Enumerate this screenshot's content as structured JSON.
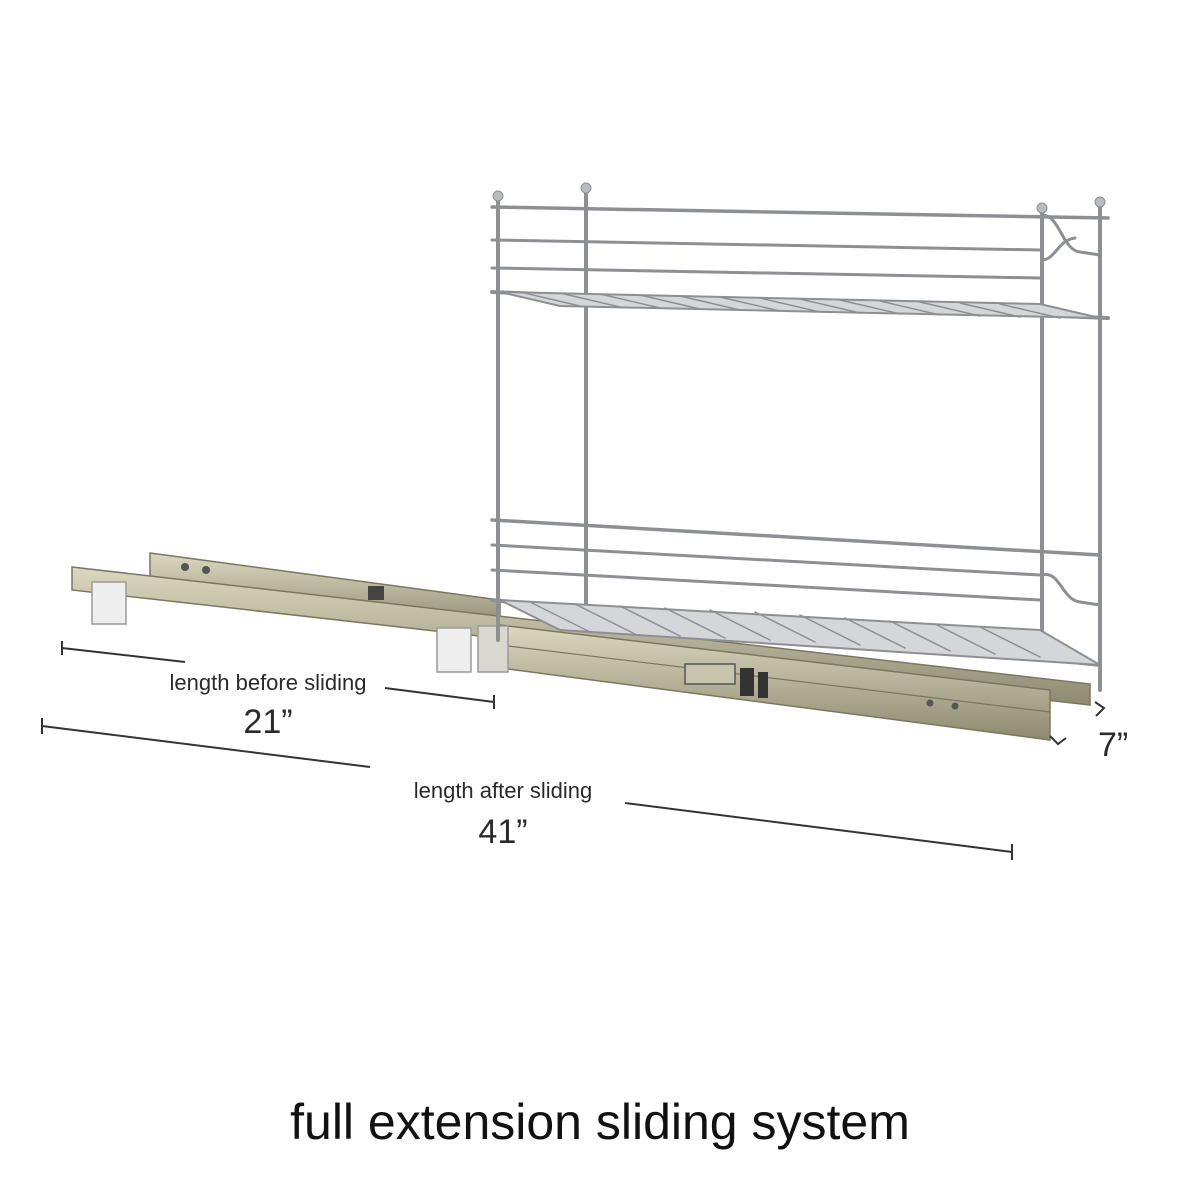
{
  "dimensions": {
    "before": {
      "label": "length before sliding",
      "value": "21”"
    },
    "after": {
      "label": "length after sliding",
      "value": "41”"
    },
    "depth": {
      "value": "7”"
    }
  },
  "caption": "full extension sliding system",
  "colors": {
    "chrome": "#8d8f93",
    "chrome_light": "#d4d6da",
    "rail": "#b6b29a",
    "rail_shade": "#8e8a72",
    "line": "#333333"
  }
}
